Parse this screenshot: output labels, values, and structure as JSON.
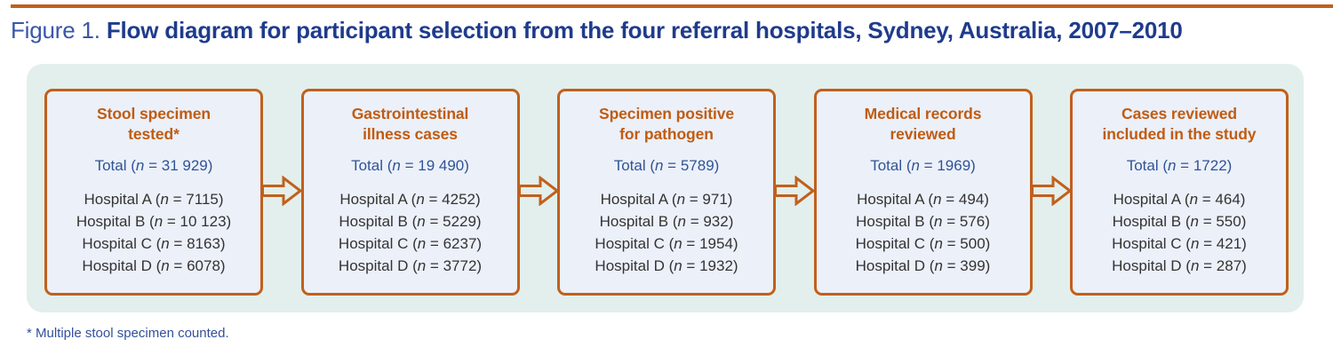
{
  "top_rule_color": "#c1601c",
  "panel_background": "#e2efec",
  "box_background": "#ecf0f9",
  "box_border_color": "#c1601c",
  "heading_color": "#c05c12",
  "total_color": "#2f5496",
  "row_color": "#333333",
  "footnote_color": "#33509c",
  "title": {
    "label": "Figure 1.",
    "text": "Flow diagram for participant selection from the four referral hospitals, Sydney, Australia, 2007–2010"
  },
  "arrow_icon": "right-block-arrow-outline-icon",
  "boxes": [
    {
      "heading": "Stool specimen\ntested*",
      "total_prefix": "Total (",
      "total_n": "n",
      "total_value": " = 31 929)",
      "rows": [
        {
          "label": "Hospital A (",
          "n": "n",
          "value": " = 7115)"
        },
        {
          "label": "Hospital B (",
          "n": "n",
          "value": " = 10 123)"
        },
        {
          "label": "Hospital C (",
          "n": "n",
          "value": " = 8163)"
        },
        {
          "label": "Hospital D (",
          "n": "n",
          "value": " = 6078)"
        }
      ]
    },
    {
      "heading": "Gastrointestinal\nillness cases",
      "total_prefix": "Total (",
      "total_n": "n",
      "total_value": " = 19 490)",
      "rows": [
        {
          "label": "Hospital A (",
          "n": "n",
          "value": " = 4252)"
        },
        {
          "label": "Hospital B (",
          "n": "n",
          "value": " = 5229)"
        },
        {
          "label": "Hospital C (",
          "n": "n",
          "value": " = 6237)"
        },
        {
          "label": "Hospital D (",
          "n": "n",
          "value": " = 3772)"
        }
      ]
    },
    {
      "heading": "Specimen positive\nfor pathogen",
      "total_prefix": "Total (",
      "total_n": "n",
      "total_value": " = 5789)",
      "rows": [
        {
          "label": "Hospital A (",
          "n": "n",
          "value": " = 971)"
        },
        {
          "label": "Hospital B (",
          "n": "n",
          "value": " = 932)"
        },
        {
          "label": "Hospital C (",
          "n": "n",
          "value": " = 1954)"
        },
        {
          "label": "Hospital D (",
          "n": "n",
          "value": " = 1932)"
        }
      ]
    },
    {
      "heading": "Medical records\nreviewed",
      "total_prefix": "Total (",
      "total_n": "n",
      "total_value": " = 1969)",
      "rows": [
        {
          "label": "Hospital A (",
          "n": "n",
          "value": " = 494)"
        },
        {
          "label": "Hospital B (",
          "n": "n",
          "value": " = 576)"
        },
        {
          "label": "Hospital C (",
          "n": "n",
          "value": " = 500)"
        },
        {
          "label": "Hospital D (",
          "n": "n",
          "value": " = 399)"
        }
      ]
    },
    {
      "heading": "Cases reviewed\nincluded in the study",
      "total_prefix": "Total (",
      "total_n": "n",
      "total_value": " = 1722)",
      "rows": [
        {
          "label": "Hospital A (",
          "n": "n",
          "value": " = 464)"
        },
        {
          "label": "Hospital B (",
          "n": "n",
          "value": " = 550)"
        },
        {
          "label": "Hospital C (",
          "n": "n",
          "value": " = 421)"
        },
        {
          "label": "Hospital D (",
          "n": "n",
          "value": " = 287)"
        }
      ]
    }
  ],
  "footnote": "* Multiple stool specimen counted."
}
